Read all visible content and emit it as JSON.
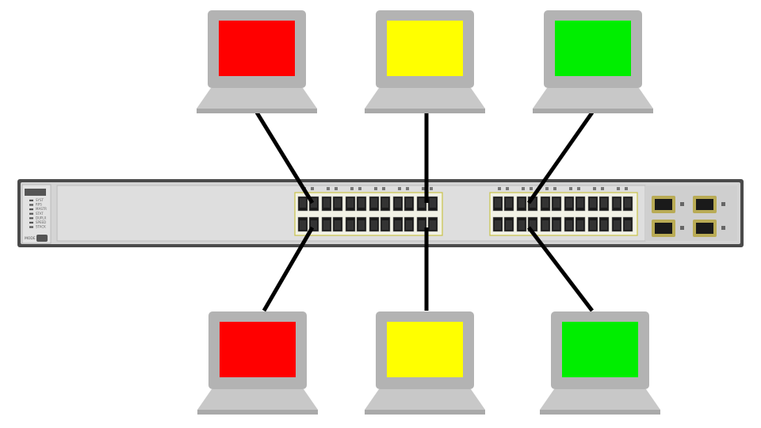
{
  "switch": {
    "led_labels": [
      "SYST",
      "RPS",
      "MASTR",
      "STAT",
      "DUPLX",
      "SPEED",
      "STACK"
    ],
    "mode_label": "MODE",
    "port_banks": 2,
    "ports_per_bank": 12,
    "uplink_ports": 4
  },
  "laptops": [
    {
      "id": "laptop-top-left",
      "screen_color": "#ff0000",
      "connected_port": "bank-1-top-1"
    },
    {
      "id": "laptop-top-center",
      "screen_color": "#ffff00",
      "connected_port": "bank-1-top-6"
    },
    {
      "id": "laptop-top-right",
      "screen_color": "#00ee00",
      "connected_port": "bank-2-top-2"
    },
    {
      "id": "laptop-bottom-left",
      "screen_color": "#ff0000",
      "connected_port": "bank-1-bottom-1"
    },
    {
      "id": "laptop-bottom-center",
      "screen_color": "#ffff00",
      "connected_port": "bank-1-bottom-6"
    },
    {
      "id": "laptop-bottom-right",
      "screen_color": "#00ee00",
      "connected_port": "bank-2-bottom-2"
    }
  ],
  "colors": {
    "laptop_body": "#c8c8c8",
    "laptop_frame": "#b3b3b3",
    "cable": "#000000",
    "switch_body": "#d6d6d6",
    "port": "#1a1a1a"
  }
}
